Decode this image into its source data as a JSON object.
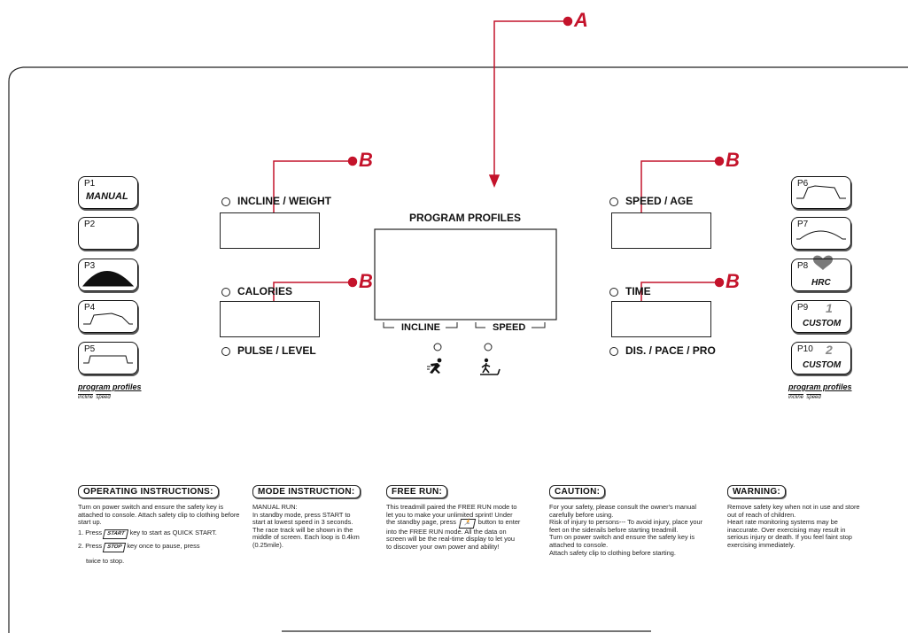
{
  "callouts": {
    "a": "A",
    "b": "B"
  },
  "colors": {
    "accent": "#c4132b",
    "line": "#222222"
  },
  "left_window": {
    "incline_weight": "INCLINE / WEIGHT",
    "calories": "CALORIES",
    "pulse_level": "PULSE / LEVEL"
  },
  "center": {
    "title": "PROGRAM PROFILES",
    "incline": "INCLINE",
    "speed": "SPEED",
    "icons": [
      "runner-icon",
      "walker-icon"
    ]
  },
  "right_window": {
    "speed_age": "SPEED / AGE",
    "time": "TIME",
    "dis_pace_pro": "DIS. / PACE / PRO"
  },
  "programs_left": [
    {
      "num": "P1",
      "name": "MANUAL"
    },
    {
      "num": "P2",
      "name": ""
    },
    {
      "num": "P3",
      "name": ""
    },
    {
      "num": "P4",
      "name": ""
    },
    {
      "num": "P5",
      "name": ""
    }
  ],
  "programs_right": [
    {
      "num": "P6",
      "name": ""
    },
    {
      "num": "P7",
      "name": ""
    },
    {
      "num": "P8",
      "name": "HRC"
    },
    {
      "num": "P9",
      "name": "CUSTOM",
      "digit": "1"
    },
    {
      "num": "P10",
      "name": "CUSTOM",
      "digit": "2"
    }
  ],
  "legend": {
    "caption": "program profiles",
    "incline": "incline",
    "speed": "speed"
  },
  "instructions": {
    "operating": {
      "title": "OPERATING INSTRUCTIONS:",
      "intro": "Turn on power switch and ensure the safety key is attached to console. Attach safety clip to clothing before start up.",
      "step1_pre": "1. Press",
      "step1_key": "START",
      "step1_post": "key to start as QUICK START.",
      "step2_pre": "2. Press",
      "step2_key": "STOP",
      "step2_post": "key once to pause, press",
      "step2_more": "twice to stop."
    },
    "mode": {
      "title": "MODE INSTRUCTION:",
      "text": "MANUAL RUN:\nIn standby mode, press START to start at lowest speed in 3 seconds. The race track will be shown in the middle of screen. Each loop is 0.4km (0.25mile)."
    },
    "free_run": {
      "title": "FREE RUN:",
      "text_a": "This treadmill paired the FREE RUN mode to let you to make your unlimited sprint! Under the standby page, press",
      "text_b": "button to enter into the FREE RUN mode. All the data on screen will be the real-time display to let you to discover your own power and ability!"
    },
    "caution": {
      "title": "CAUTION:",
      "text": "For your safety, please consult the owner's manual carefully before using.\nRisk of injury to persons--- To avoid injury, place your feet on the siderails before starting treadmill.\nTurn on power switch and ensure the safety key is attached to console.\nAttach safety clip to clothing before starting."
    },
    "warning": {
      "title": "WARNING:",
      "text": "Remove safety key when not in use and store out of reach of children.\nHeart rate monitoring systems may be inaccurate. Over exercising may result in serious injury or death. If you feel faint stop exercising immediately."
    }
  }
}
